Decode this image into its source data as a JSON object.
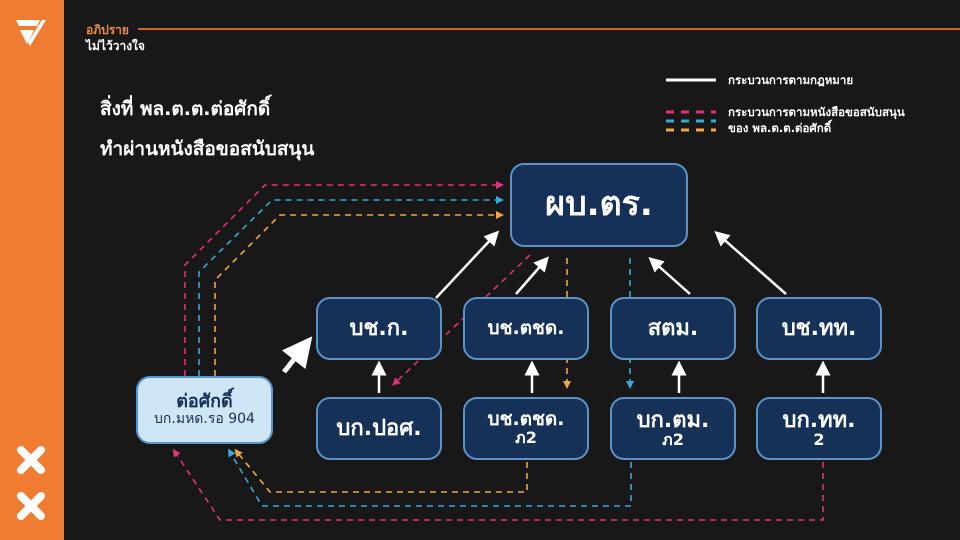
{
  "header": {
    "category": "อภิปราย",
    "subtitle": "ไม่ไว้วางใจ"
  },
  "title_lines": [
    "สิ่งที่ พล.ต.ต.ต่อศักดิ์",
    "ทำผ่านหนังสือขอสนับสนุน"
  ],
  "legend": {
    "solid": "กระบวนการตามกฎหมาย",
    "dashed_line1": "กระบวนการตามหนังสือขอสนับสนุน",
    "dashed_line2": "ของ พล.ต.ต.ต่อศักดิ์"
  },
  "colors": {
    "pink": "#e0307a",
    "blue": "#3aa8d8",
    "orange": "#f0a840",
    "accent": "#f07c32"
  },
  "nodes": {
    "top": {
      "label": "ผบ.ตร."
    },
    "bchk": {
      "label": "บช.ก."
    },
    "bchtchd": {
      "label": "บช.ตชด."
    },
    "stm": {
      "label": "สตม."
    },
    "bchtt": {
      "label": "บช.ทท."
    },
    "bkpos": {
      "label": "บก.ปอศ."
    },
    "bchtchd2": {
      "label": "บช.ตชด.",
      "sub": "ภ2"
    },
    "bktm2": {
      "label": "บก.ตม.",
      "sub": "ภ2"
    },
    "bktt2": {
      "label": "บก.ทท.",
      "sub": "2"
    },
    "toksak": {
      "label": "ต่อศักดิ์",
      "sub": "บก.มหด.รอ 904"
    }
  }
}
